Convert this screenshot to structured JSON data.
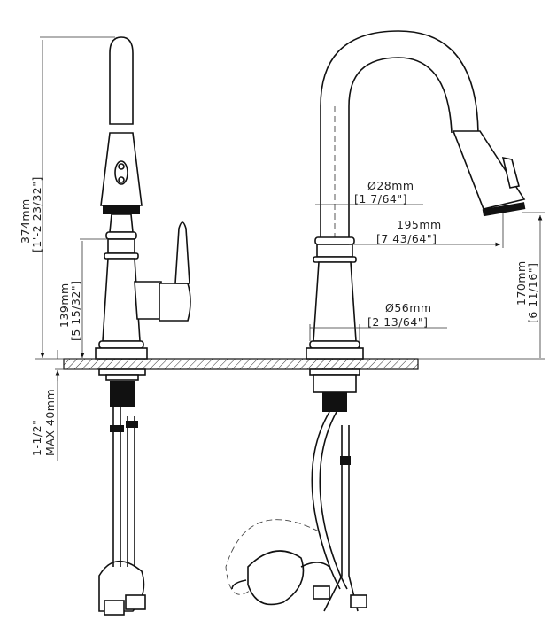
{
  "drawing": {
    "left_view": {
      "total_height_mm": "374mm",
      "total_height_in": "[1'-2 23/32\"]",
      "body_height_mm": "139mm",
      "body_height_in": "[5 15/32\"]",
      "deck_thickness_in": "1-1/2\"",
      "deck_thickness_mm": "MAX 40mm"
    },
    "right_view": {
      "spout_diameter_mm": "Ø28mm",
      "spout_diameter_in": "[1 7/64\"]",
      "reach_mm": "195mm",
      "reach_in": "[7 43/64\"]",
      "base_diameter_mm": "Ø56mm",
      "base_diameter_in": "[2 13/64\"]",
      "spout_clearance_mm": "170mm",
      "spout_clearance_in": "[6 11/16\"]"
    },
    "colors": {
      "line": "#111111",
      "background": "#ffffff"
    }
  }
}
